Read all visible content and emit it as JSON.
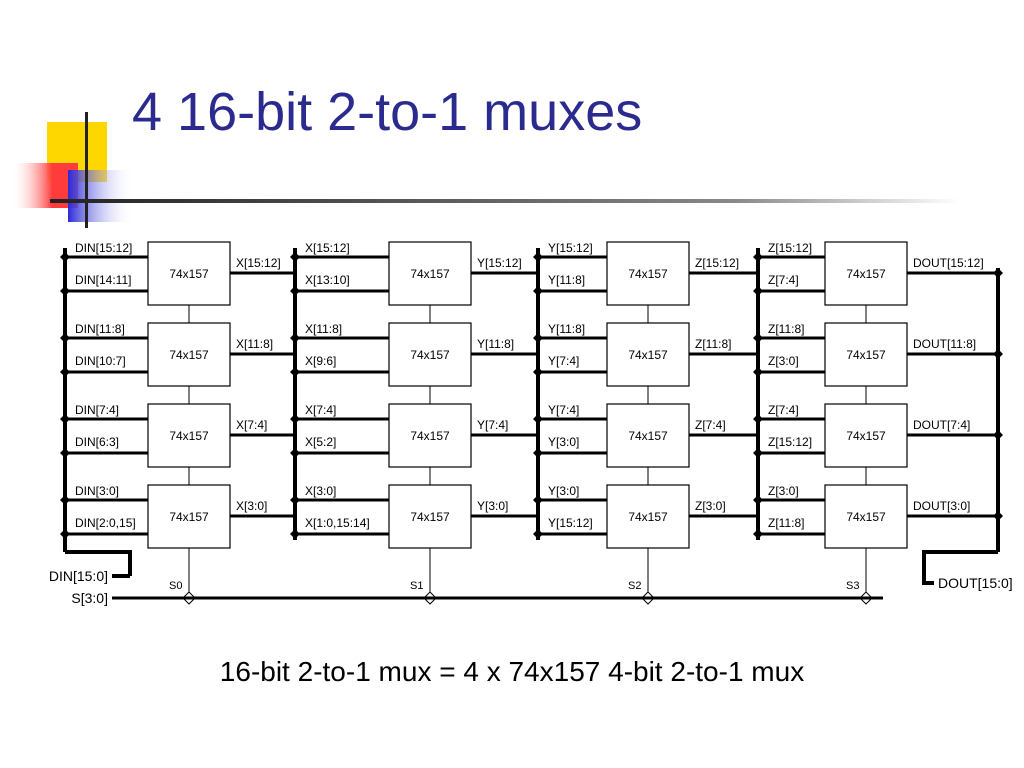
{
  "slide": {
    "title": "4 16-bit 2-to-1 muxes",
    "caption": "16-bit 2-to-1 mux = 4 x 74x157 4-bit 2-to-1 mux",
    "colors": {
      "title": "#2b2a8e",
      "deco_yellow": "#ffd700",
      "deco_red": "#ff3b3b",
      "deco_blue": "#2b2ad8"
    }
  },
  "diagram": {
    "chip_label": "74x157",
    "columns": [
      {
        "rails": [
          [
            "DIN[15:12]",
            "DIN[14:11]"
          ],
          [
            "DIN[11:8]",
            "DIN[10:7]"
          ],
          [
            "DIN[7:4]",
            "DIN[6:3]"
          ],
          [
            "DIN[3:0]",
            "DIN[2:0,15]"
          ]
        ],
        "outputs": [
          "X[15:12]",
          "X[11:8]",
          "X[7:4]",
          "X[3:0]"
        ],
        "select": "S0"
      },
      {
        "rails": [
          [
            "X[15:12]",
            "X[13:10]"
          ],
          [
            "X[11:8]",
            "X[9:6]"
          ],
          [
            "X[7:4]",
            "X[5:2]"
          ],
          [
            "X[3:0]",
            "X[1:0,15:14]"
          ]
        ],
        "outputs": [
          "Y[15:12]",
          "Y[11:8]",
          "Y[7:4]",
          "Y[3:0]"
        ],
        "select": "S1"
      },
      {
        "rails": [
          [
            "Y[15:12]",
            "Y[11:8]"
          ],
          [
            "Y[11:8]",
            "Y[7:4]"
          ],
          [
            "Y[7:4]",
            "Y[3:0]"
          ],
          [
            "Y[3:0]",
            "Y[15:12]"
          ]
        ],
        "outputs": [
          "Z[15:12]",
          "Z[11:8]",
          "Z[7:4]",
          "Z[3:0]"
        ],
        "select": "S2"
      },
      {
        "rails": [
          [
            "Z[15:12]",
            "Z[7:4]"
          ],
          [
            "Z[11:8]",
            "Z[3:0]"
          ],
          [
            "Z[7:4]",
            "Z[15:12]"
          ],
          [
            "Z[3:0]",
            "Z[11:8]"
          ]
        ],
        "outputs": [
          "DOUT[15:12]",
          "DOUT[11:8]",
          "DOUT[7:4]",
          "DOUT[3:0]"
        ],
        "select": "S3"
      }
    ],
    "din_bus": "DIN[15:0]",
    "select_bus": "S[3:0]",
    "dout_bus": "DOUT[15:0]"
  }
}
